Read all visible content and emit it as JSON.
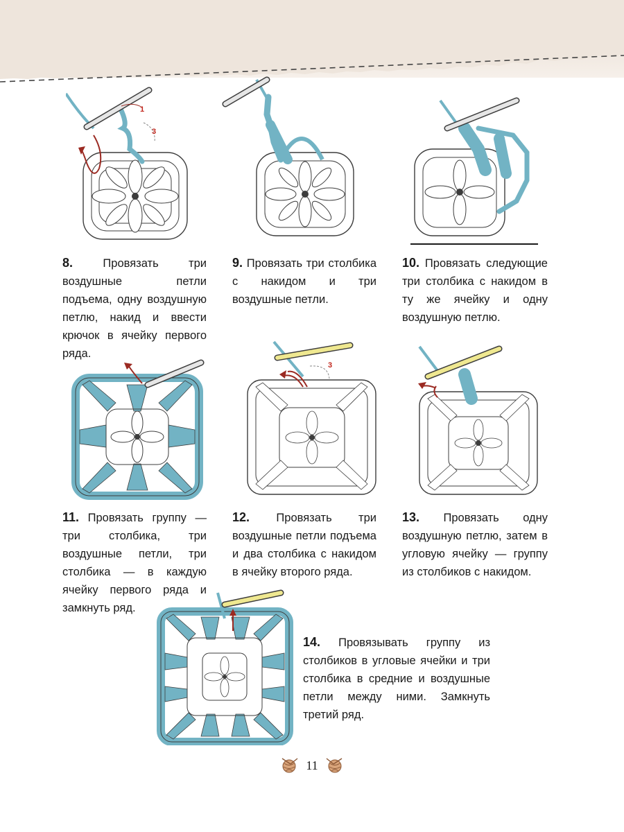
{
  "steps": [
    {
      "num": "8.",
      "text": "Провязать три воздушные петли подъема, одну воздушную петлю, накид и ввести крючок в ячейку первого ряда."
    },
    {
      "num": "9.",
      "text": "Провязать три столбика с накидом и три воздушные петли."
    },
    {
      "num": "10.",
      "text": "Провязать следующие три столбика с накидом в ту же ячейку и одну воздушную петлю."
    },
    {
      "num": "11.",
      "text": "Провязать группу — три столбика, три воздушные петли, три столбика — в каждую ячейку первого ряда и замкнуть ряд."
    },
    {
      "num": "12.",
      "text": "Провязать три воздушные петли подъема и два столбика с накидом в ячейку второго ряда."
    },
    {
      "num": "13.",
      "text": "Провязать одну воздушную петлю, затем в угловую ячейку — группу из столбиков с накидом."
    },
    {
      "num": "14.",
      "text": "Провязывать группу из столбиков в угловые ячейки и три столбика в средние и воздушные петли между ними. Замкнуть третий ряд."
    }
  ],
  "diagram_labels": {
    "d8_a": "1",
    "d8_b": "3",
    "d12_a": "3"
  },
  "page_number": "11",
  "colors": {
    "yarn_blue": "#72b3c4",
    "outline": "#3d3d3d",
    "arrow_red": "#9b2a22",
    "hook_gray": "#e6e6e6",
    "hook_yellow": "#efe890",
    "header_bg": "#f0e8e0"
  },
  "icons": [
    "yarn-ball-icon",
    "yarn-ball-icon"
  ]
}
